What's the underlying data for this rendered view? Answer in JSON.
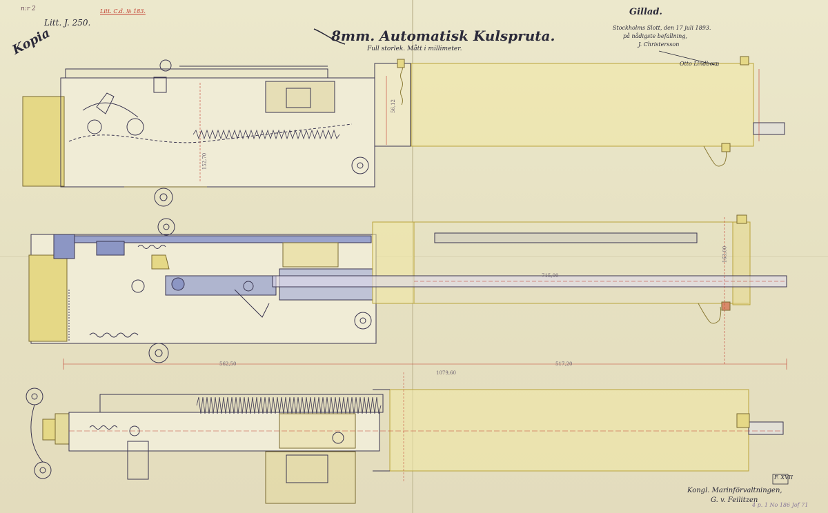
{
  "header": {
    "copy_label": "Kopia",
    "ref_left": "Litt. J. 250.",
    "ref_mid": "Litt. C.d. № 183.",
    "ref_corner": "n:r 2"
  },
  "title": {
    "main": "8mm. Automatisk Kulspruta.",
    "sub": "Full storlek. Mått i millimeter."
  },
  "approval": {
    "heading": "Gillad.",
    "line1": "Stockholms Slott, den 17 juli 1893.",
    "line2": "på nådigste befallning,",
    "line3": "J. Christersson",
    "signature": "Otto Lindborn"
  },
  "footer": {
    "org": "Kongl. Marinförvaltningen,",
    "signer": "G. v. Feilitzen",
    "stamp": "F. XVII",
    "archive": "4 p. 1 No 186 Jof 71"
  },
  "dimensions": {
    "d1": "562,50",
    "d2": "1079,60",
    "d3": "517,20",
    "d4": "715,00",
    "d5": "152,70",
    "d6": "163,00",
    "d7": "56,12"
  },
  "colors": {
    "paper": "#e9e4c6",
    "ink": "#3a3550",
    "brass": "#d9c25a",
    "steel_blue": "#8c96c4",
    "red_ink": "#c23a2c"
  }
}
